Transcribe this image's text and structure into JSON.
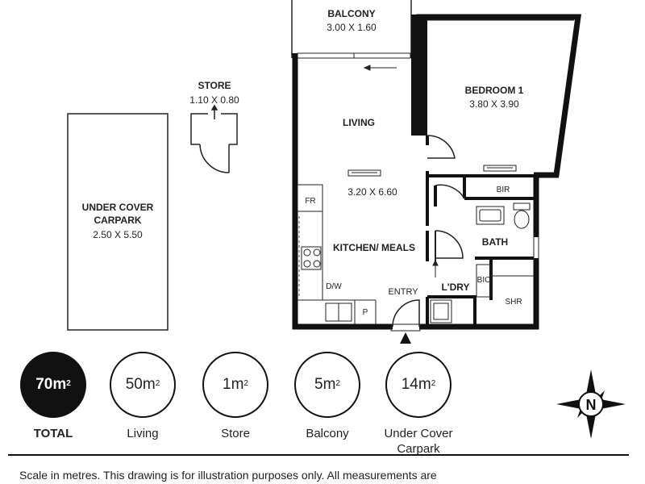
{
  "rooms": {
    "balcony": {
      "name": "BALCONY",
      "size": "3.00 X 1.60"
    },
    "store": {
      "name": "STORE",
      "size": "1.10 X 0.80"
    },
    "bedroom": {
      "name": "BEDROOM 1",
      "size": "3.80 X 3.90"
    },
    "living": {
      "name": "LIVING",
      "size": "3.20 X 6.60"
    },
    "carpark": {
      "name_line1": "UNDER COVER",
      "name_line2": "CARPARK",
      "size": "2.50 X 5.50"
    },
    "kitchen": {
      "name": "KITCHEN/ MEALS"
    },
    "bath": {
      "name": "BATH"
    },
    "laundry": {
      "name": "L'DRY"
    },
    "entry": {
      "name": "ENTRY"
    },
    "fridge": {
      "name": "FR"
    },
    "dishwasher": {
      "name": "D/W"
    },
    "pantry": {
      "name": "P"
    },
    "bir": {
      "name": "BIR"
    },
    "bic": {
      "name": "BIC"
    },
    "shower": {
      "name": "SHR"
    }
  },
  "areas": [
    {
      "value": "70m",
      "unit": "2",
      "label": "TOTAL"
    },
    {
      "value": "50m",
      "unit": "2",
      "label": "Living"
    },
    {
      "value": "1m",
      "unit": "2",
      "label": "Store"
    },
    {
      "value": "5m",
      "unit": "2",
      "label": "Balcony"
    },
    {
      "value": "14m",
      "unit": "2",
      "label_line1": "Under Cover",
      "label_line2": "Carpark"
    }
  ],
  "compass": {
    "label": "N"
  },
  "footer": {
    "text": "Scale in metres. This drawing is for illustration purposes only. All measurements are"
  }
}
